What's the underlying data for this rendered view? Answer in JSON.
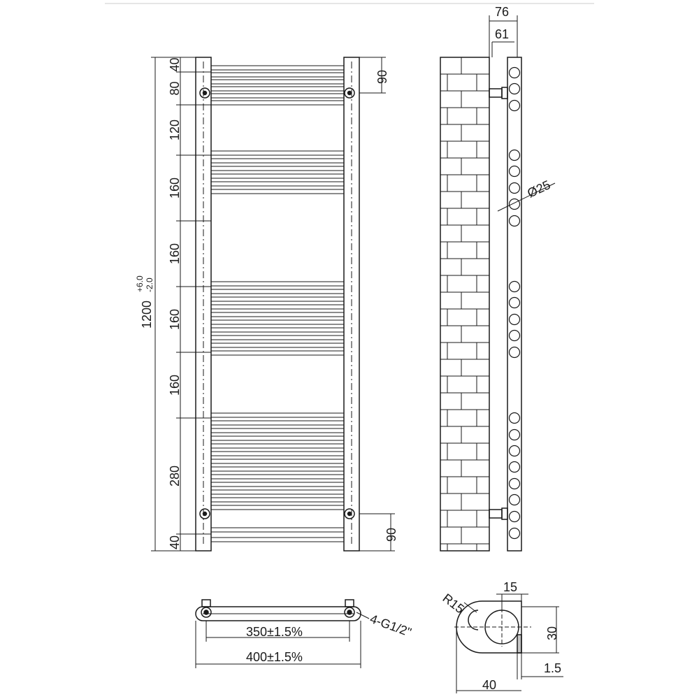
{
  "drawing": {
    "line_color": "#1a1a1a",
    "background": "#ffffff",
    "front_view": {
      "overall_height": "1200",
      "tolerance_plus": "+6.0",
      "tolerance_minus": "-2.0",
      "spacing_labels": [
        "40",
        "80",
        "120",
        "160",
        "160",
        "160",
        "160",
        "280",
        "40"
      ],
      "bracket_offset_top": "90",
      "bracket_offset_bottom": "90"
    },
    "side_view": {
      "depth_outer": "76",
      "depth_inner": "61",
      "rail_diameter": "Ø25"
    },
    "top_view": {
      "connection_label": "4-G1/2\"",
      "pipe_centres": "350±1.5%",
      "overall_width": "400±1.5%"
    },
    "section_view": {
      "radius": "R15",
      "wall": "15",
      "height": "30",
      "thickness": "1.5",
      "width": "40"
    }
  }
}
